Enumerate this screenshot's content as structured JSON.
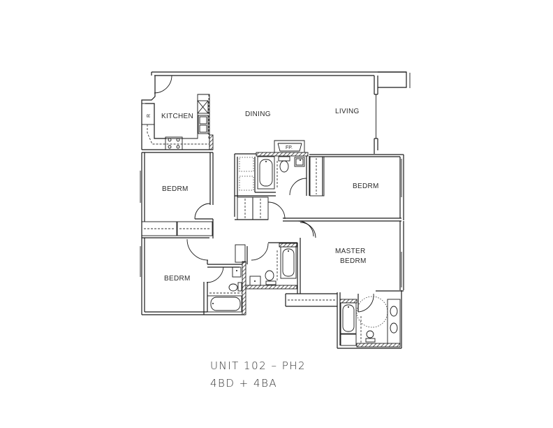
{
  "plan": {
    "unit_title": "UNIT 102 – PH2",
    "unit_summary": "4BD + 4BA",
    "rooms": {
      "kitchen": "KITCHEN",
      "dining": "DINING",
      "living": "LIVING",
      "bedroom_1": "BEDRM",
      "bedroom_2": "BEDRM",
      "bedroom_3": "BEDRM",
      "master_line1": "MASTER",
      "master_line2": "BEDRM"
    },
    "fixtures": {
      "fireplace": "FP.",
      "refrigerator": "R"
    },
    "counts": {
      "bedrooms": 4,
      "bathrooms": 4
    },
    "colors": {
      "line": "#1a1a1a",
      "background": "#ffffff",
      "text": "#333333"
    }
  }
}
